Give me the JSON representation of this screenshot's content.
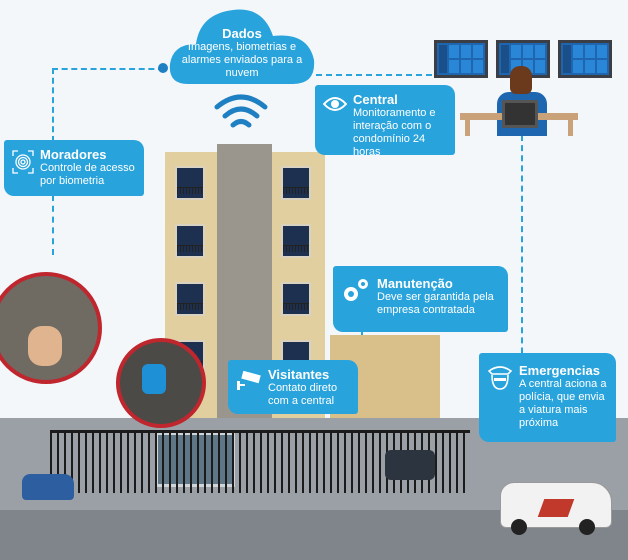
{
  "cloud": {
    "title": "Dados",
    "desc": "Imagens, biometrias e alarmes enviados para a nuvem"
  },
  "central": {
    "title": "Central",
    "desc": "Monitoramento e interação com o condomínio 24 horas",
    "icon": "eye-icon"
  },
  "moradores": {
    "title": "Moradores",
    "desc": "Controle de acesso por biometria",
    "icon": "fingerprint-icon"
  },
  "manutencao": {
    "title": "Manutenção",
    "desc": "Deve ser garantida pela empresa contratada",
    "icon": "gears-icon"
  },
  "visitantes": {
    "title": "Visitantes",
    "desc": "Contato direto com a central",
    "icon": "security-camera-icon"
  },
  "emergencias": {
    "title": "Emergencias",
    "desc": "A central aciona a polícia, que envia a viatura mais próxima",
    "icon": "police-officer-icon"
  },
  "colors": {
    "accent": "#29a3dc",
    "background": "#f3f7fa"
  }
}
